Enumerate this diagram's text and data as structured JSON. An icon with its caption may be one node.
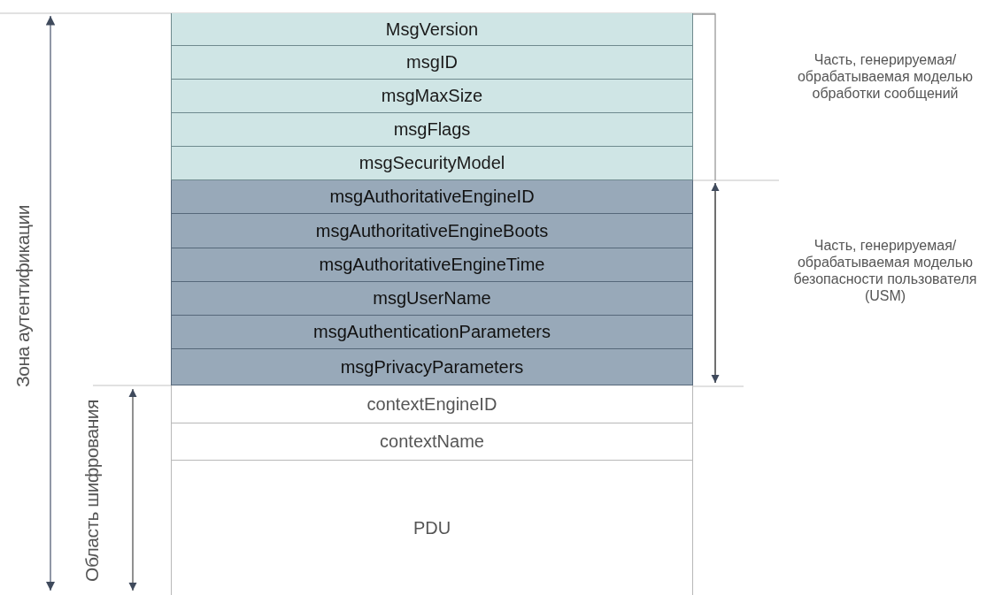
{
  "diagram": {
    "nodes": [
      {
        "text": [
          "MsgVersion"
        ]
      },
      {
        "text": [
          "msgID"
        ]
      },
      {
        "text": [
          "msgMaxSize"
        ]
      },
      {
        "text": [
          "msgFlags"
        ]
      },
      {
        "text": [
          "msgSecurityModel"
        ]
      },
      {
        "text": [
          "msgAuthoritativeEngineID"
        ]
      },
      {
        "text": [
          "msgAuthoritativeEngineBoots"
        ]
      },
      {
        "text": [
          "msgAuthoritativeEngineTime"
        ]
      },
      {
        "text": [
          "msgUserName"
        ]
      },
      {
        "text": [
          "msgAuthenticationParameters"
        ]
      },
      {
        "text": [
          "msgPrivacyParameters"
        ]
      },
      {
        "text": [
          "contextEngineID"
        ]
      },
      {
        "text": [
          "contextName"
        ]
      },
      {
        "text": [
          "PDU"
        ]
      }
    ],
    "labels": [
      "Часть, генерируемая/ обрабатываемая моделью обработки сообщений",
      "Зона аутентификации",
      "Часть, генерируемая/ обрабатываемая моделью безопасности пользователя (USM)",
      "Область шифрования"
    ]
  }
}
